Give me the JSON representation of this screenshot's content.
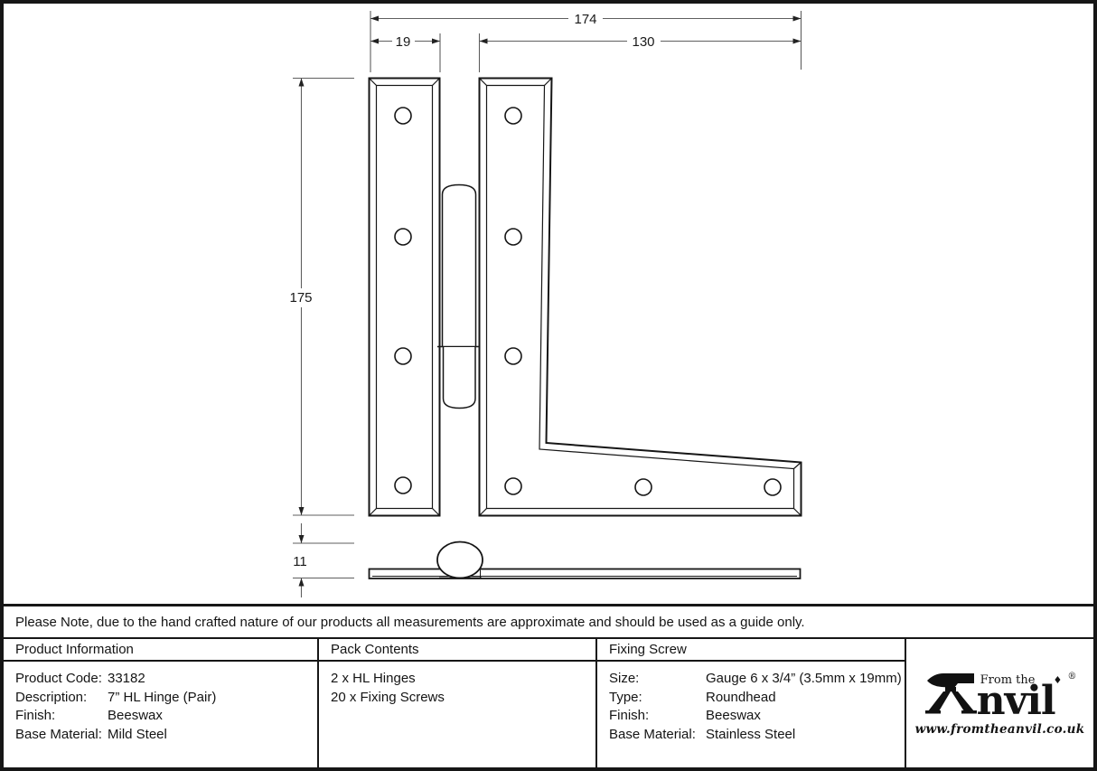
{
  "drawing": {
    "dimensions": {
      "overall_width": "174",
      "left_plate_width": "19",
      "arm_length": "130",
      "height": "175",
      "thickness": "11"
    }
  },
  "note": "Please Note, due to the hand crafted nature of our products all measurements are approximate and should be used as a guide only.",
  "table": {
    "product_information": {
      "header": "Product Information",
      "rows": [
        {
          "label": "Product Code:",
          "value": "33182"
        },
        {
          "label": "Description:",
          "value": "7” HL Hinge (Pair)"
        },
        {
          "label": "Finish:",
          "value": "Beeswax"
        },
        {
          "label": "Base Material:",
          "value": "Mild Steel"
        }
      ]
    },
    "pack_contents": {
      "header": "Pack Contents",
      "items": [
        "2 x HL Hinges",
        "20 x Fixing Screws"
      ]
    },
    "fixing_screw": {
      "header": "Fixing Screw",
      "rows": [
        {
          "label": "Size:",
          "value": "Gauge 6 x 3/4” (3.5mm x 19mm)"
        },
        {
          "label": "Type:",
          "value": "Roundhead"
        },
        {
          "label": "Finish:",
          "value": "Beeswax"
        },
        {
          "label": "Base Material:",
          "value": "Stainless Steel"
        }
      ]
    }
  },
  "logo": {
    "tagline": "From the",
    "brand_suffix": "nvil",
    "registered": "®",
    "url": "www.fromtheanvil.co.uk"
  }
}
